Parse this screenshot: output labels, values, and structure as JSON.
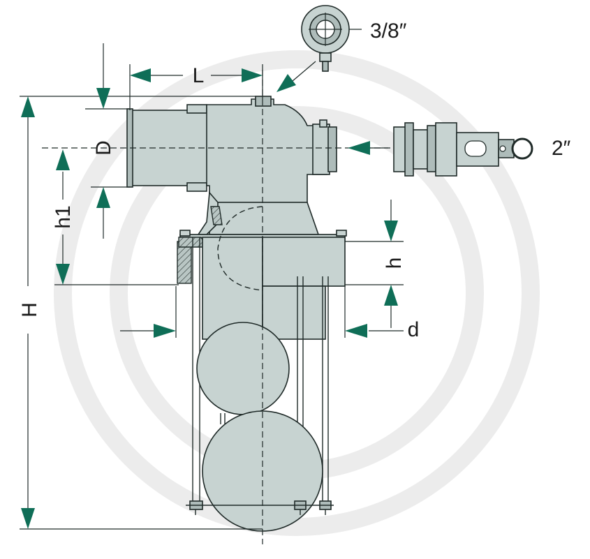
{
  "drawing": {
    "accent_color": "#0f6e57",
    "body_color": "#c7d3d1",
    "labels": {
      "L": "L",
      "D": "D",
      "h1": "h1",
      "H": "H",
      "h": "h",
      "d": "d",
      "top_fitting": "3/8″",
      "side_fitting": "2″"
    }
  }
}
